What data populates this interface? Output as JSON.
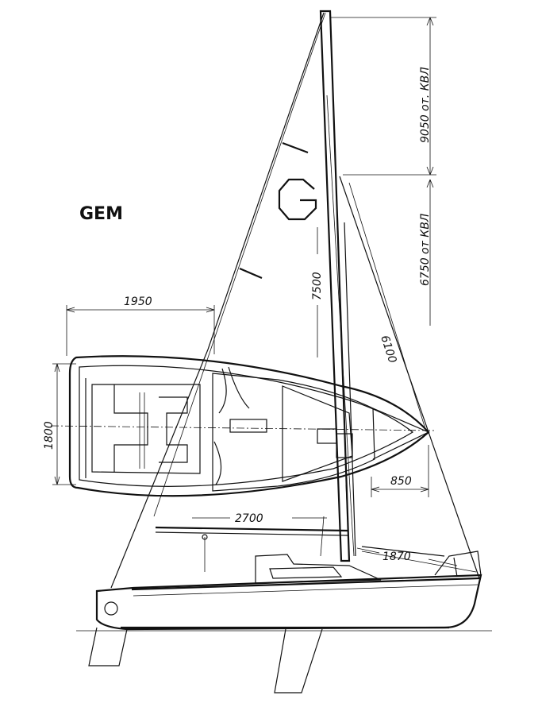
{
  "title": "GEM",
  "sail_logo": "G",
  "dimensions": {
    "mast_top_height": "9050 от. КВЛ",
    "forestay_height": "6750 от КВЛ",
    "luff_length": "7500",
    "forestay_length": "6100",
    "deck_aft_length": "1950",
    "beam": "1800",
    "cockpit_length": "2700",
    "bow_overhang": "850",
    "boom_length": "1870"
  }
}
